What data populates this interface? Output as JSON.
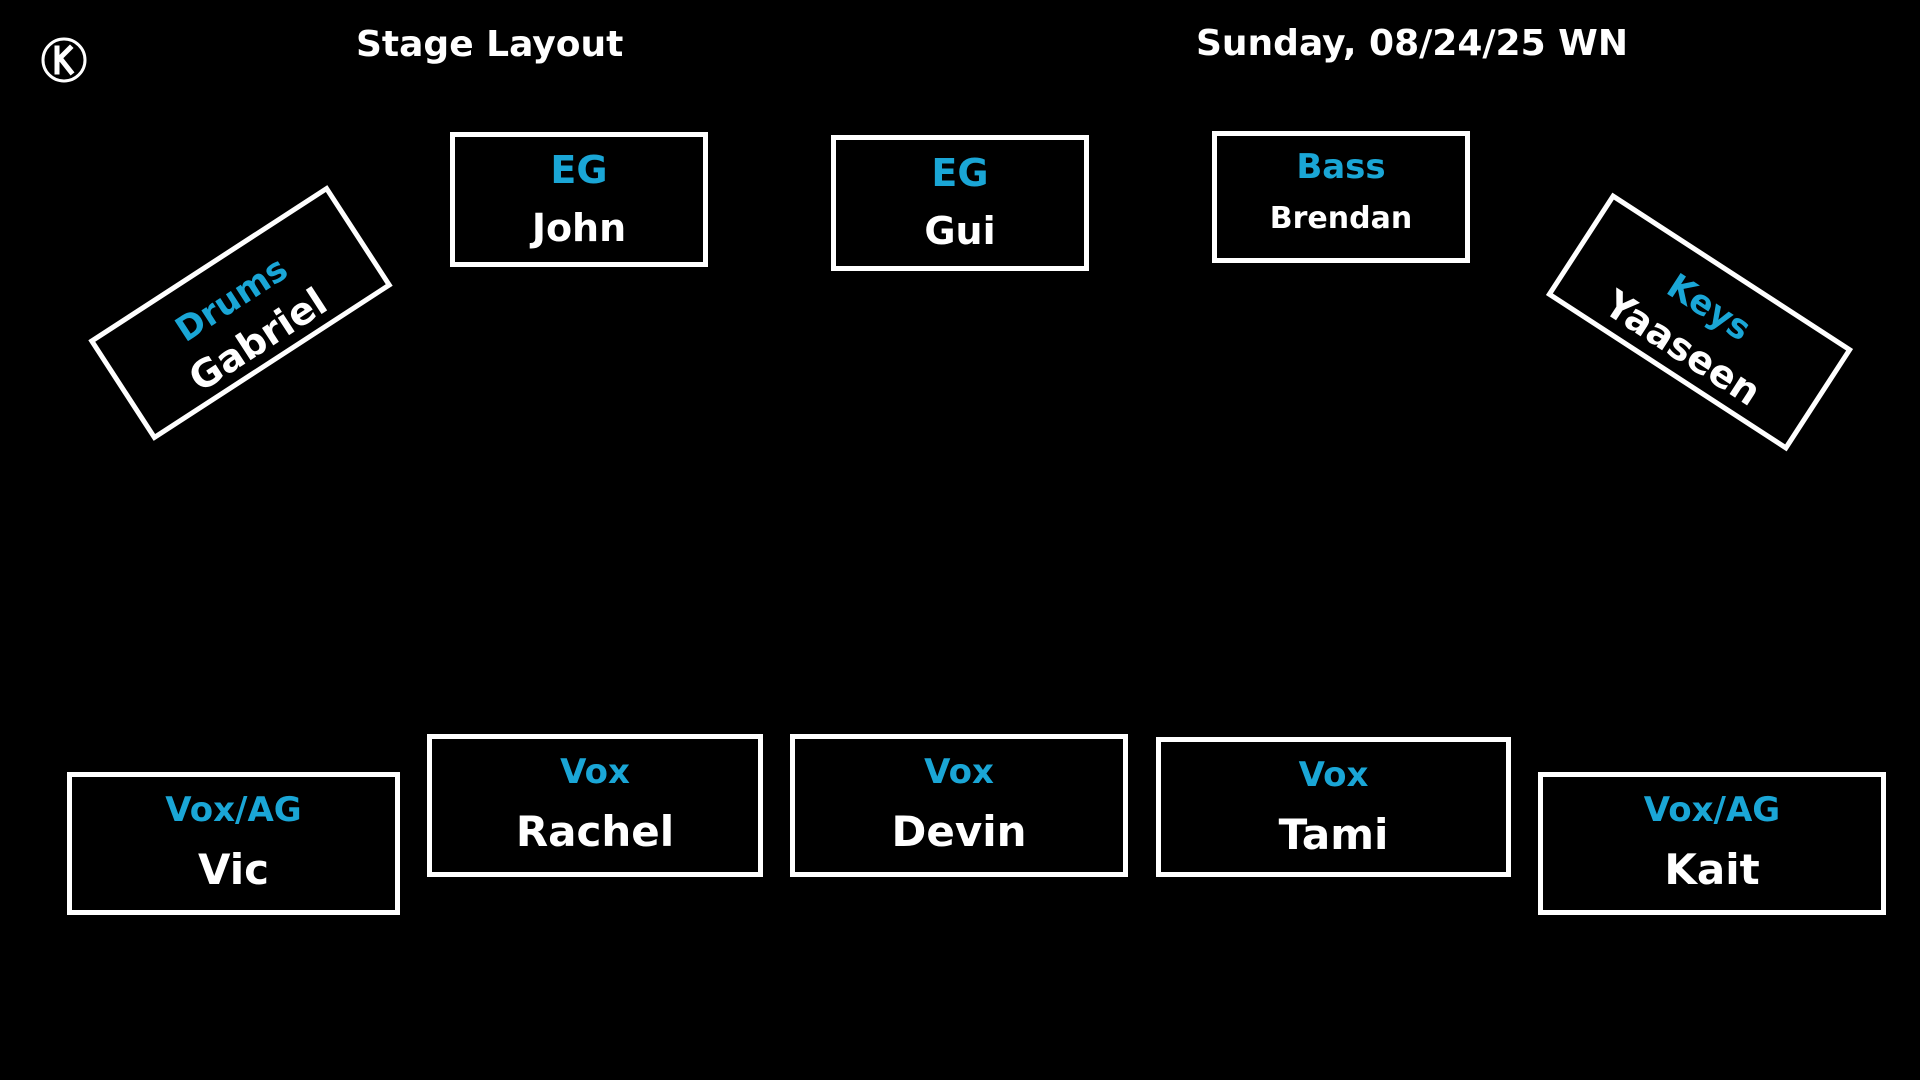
{
  "header": {
    "title": "Stage Layout",
    "date": "Sunday, 08/24/25 WN"
  },
  "logo": {
    "icon": "k-circle-logo",
    "letter": "K"
  },
  "colors": {
    "background": "#000000",
    "box_border": "#ffffff",
    "role_text": "#1aa6d6",
    "name_text": "#ffffff"
  },
  "positions": {
    "drums": {
      "role": "Drums",
      "name": "Gabriel"
    },
    "eg_john": {
      "role": "EG",
      "name": "John"
    },
    "eg_gui": {
      "role": "EG",
      "name": "Gui"
    },
    "bass": {
      "role": "Bass",
      "name": "Brendan"
    },
    "keys": {
      "role": "Keys",
      "name": "Yaaseen"
    },
    "vic": {
      "role": "Vox/AG",
      "name": "Vic"
    },
    "rachel": {
      "role": "Vox",
      "name": "Rachel"
    },
    "devin": {
      "role": "Vox",
      "name": "Devin"
    },
    "tami": {
      "role": "Vox",
      "name": "Tami"
    },
    "kait": {
      "role": "Vox/AG",
      "name": "Kait"
    }
  }
}
